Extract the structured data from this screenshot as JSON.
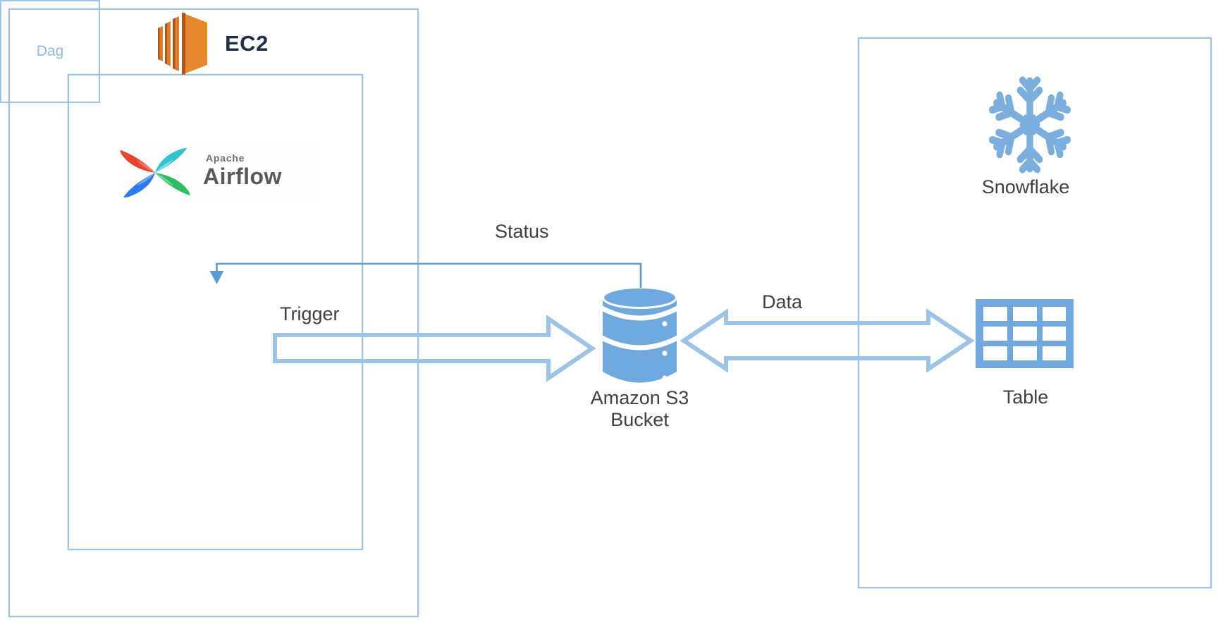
{
  "nodes": {
    "ec2": {
      "label": "EC2"
    },
    "airflow": {
      "apache": "Apache",
      "airflow": "Airflow"
    },
    "dag": {
      "label": "Dag"
    },
    "s3": {
      "line1": "Amazon S3",
      "line2": "Bucket"
    },
    "snowflake": {
      "label": "Snowflake"
    },
    "table": {
      "label": "Table"
    }
  },
  "edges": {
    "trigger": {
      "label": "Trigger"
    },
    "status": {
      "label": "Status"
    },
    "data": {
      "label": "Data"
    }
  },
  "icons": {
    "ec2": "ec2-stacked-instances-icon",
    "airflow": "airflow-pinwheel-icon",
    "s3": "database-cylinder-icon",
    "snowflake": "snowflake-icon",
    "table": "grid-table-icon"
  },
  "colors": {
    "box_border": "#9DC3E6",
    "connector_line": "#5B9BD5",
    "icon_blue": "#6FA8DC",
    "snowflake_blue": "#79AEDD",
    "label_text": "#3F3F3F",
    "dag_text": "#8FB8E0",
    "ec2_orange": "#E8872B",
    "ec2_orange_dark": "#A9551B",
    "ec2_text": "#1C2E4A",
    "airflow_red": "#E8432E",
    "airflow_teal": "#33C3CC",
    "airflow_green": "#2BBE62",
    "airflow_blue": "#2D7BE8"
  }
}
